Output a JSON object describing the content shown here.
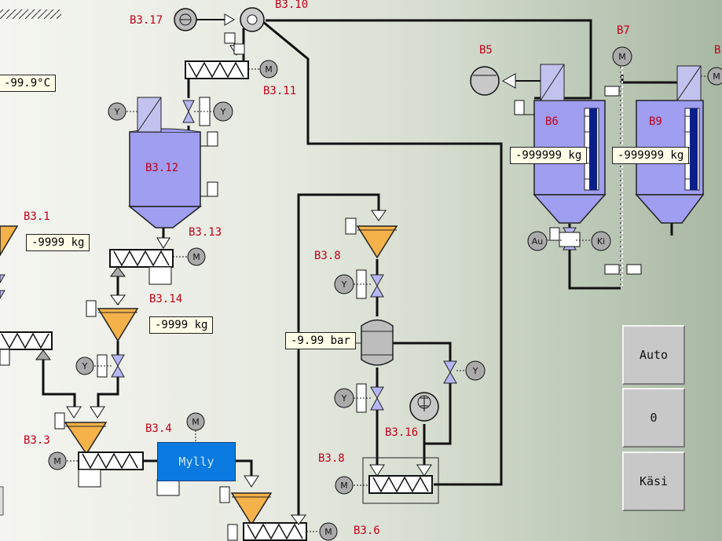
{
  "labels": {
    "b3_17": "B3.17",
    "b3_10": "B3.10",
    "b3_11": "B3.11",
    "b3_12": "B3.12",
    "b3_13": "B3.13",
    "b3_1": "B3.1",
    "b3_14": "B3.14",
    "b3_3": "B3.3",
    "b3_4": "B3.4",
    "b3_6": "B3.6",
    "b3_8a": "B3.8",
    "b3_8b": "B3.8",
    "b3_16": "B3.16",
    "b5": "B5",
    "b6": "B6",
    "b7": "B7",
    "b9": "B9",
    "b_edge": "B"
  },
  "values": {
    "temperature": "-99.9°C",
    "weight_b3_1": "-9999 kg",
    "weight_b3_14": "-9999 kg",
    "pressure_b3_8": "-9.99 bar",
    "weight_b6": "-999999 kg",
    "weight_b9": "-999999 kg"
  },
  "mill_label": "Mylly",
  "buttons": {
    "auto": "Auto",
    "zero": "0",
    "manual": "Käsi"
  },
  "symbols": {
    "motor": "M",
    "valve_actuator": "Y",
    "auto_indicator": "Au",
    "ki_indicator": "Ki"
  },
  "colors": {
    "tank": "#9f9ef0",
    "hopper": "#f5b24a",
    "mill": "#0a7ae0",
    "label_red": "#c0001a"
  }
}
